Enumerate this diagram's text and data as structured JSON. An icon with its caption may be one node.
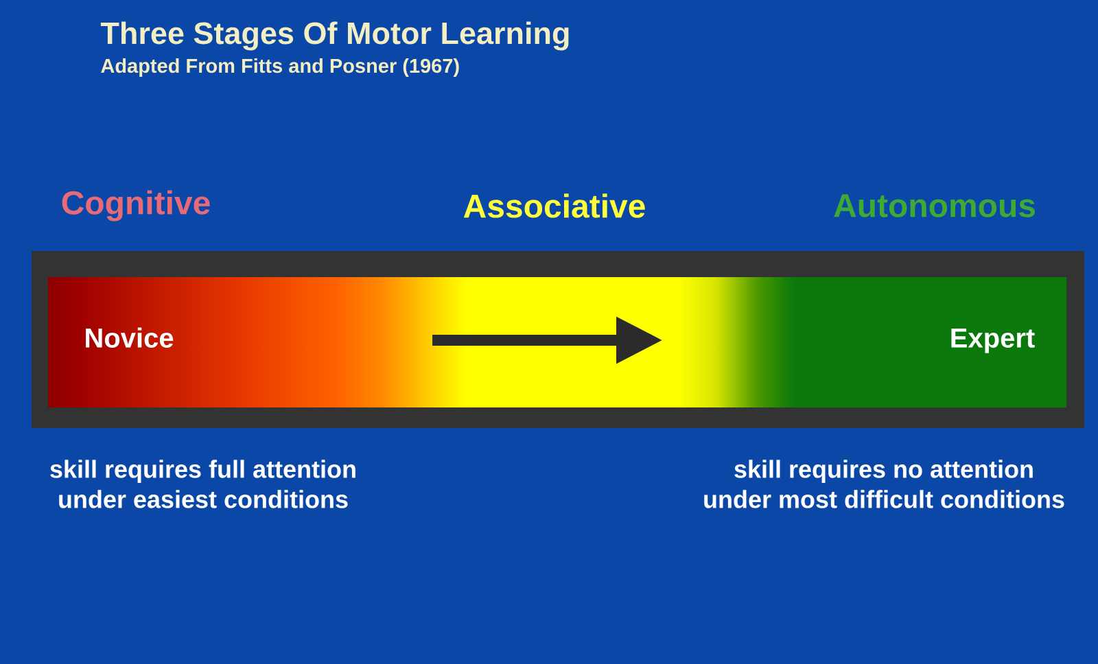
{
  "diagram": {
    "title": "Three Stages Of Motor Learning",
    "nodes": [
      {
        "text": [],
        "shape": "bar"
      },
      {
        "text": [
          "Novice"
        ],
        "in": 0
      },
      {
        "text": [
          "Expert"
        ],
        "in": 0
      }
    ],
    "labels": [
      "Adapted From Fitts and Posner (1967)",
      "Cognitive",
      "Associative",
      "Autonomous",
      "skill requires full attention under easiest conditions",
      "skill requires no attention under most difficult conditions"
    ]
  }
}
